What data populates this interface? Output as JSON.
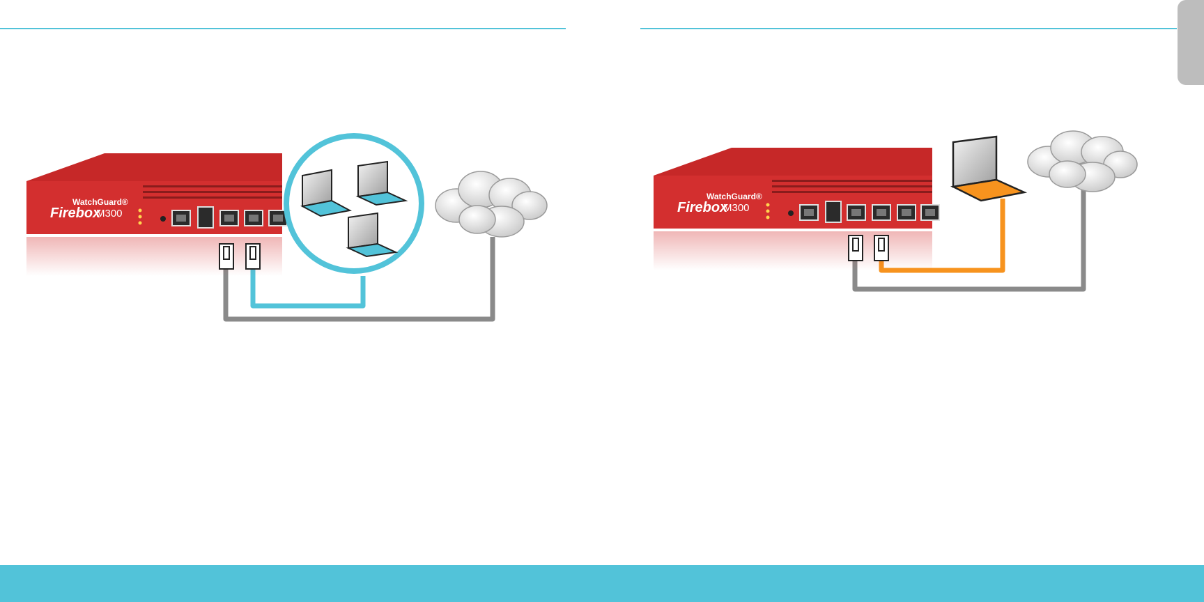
{
  "colors": {
    "accent": "#52c3d9",
    "device_red": "#d32f2f",
    "cable_gray": "#8a8a8a",
    "cable_orange": "#f7931e",
    "tab_gray": "#bdbdbd"
  },
  "left_panel": {
    "device": {
      "brand": "WatchGuard®",
      "product": "Firebox",
      "model": "M300"
    },
    "icons": [
      "firebox-appliance",
      "ethernet-plug-icon",
      "ethernet-plug-icon",
      "laptop-icon",
      "laptop-icon",
      "laptop-icon",
      "cloud-icon"
    ]
  },
  "right_panel": {
    "device": {
      "brand": "WatchGuard®",
      "product": "Firebox",
      "model": "M300"
    },
    "icons": [
      "firebox-appliance",
      "ethernet-plug-icon",
      "ethernet-plug-icon",
      "laptop-icon",
      "cloud-icon"
    ]
  }
}
